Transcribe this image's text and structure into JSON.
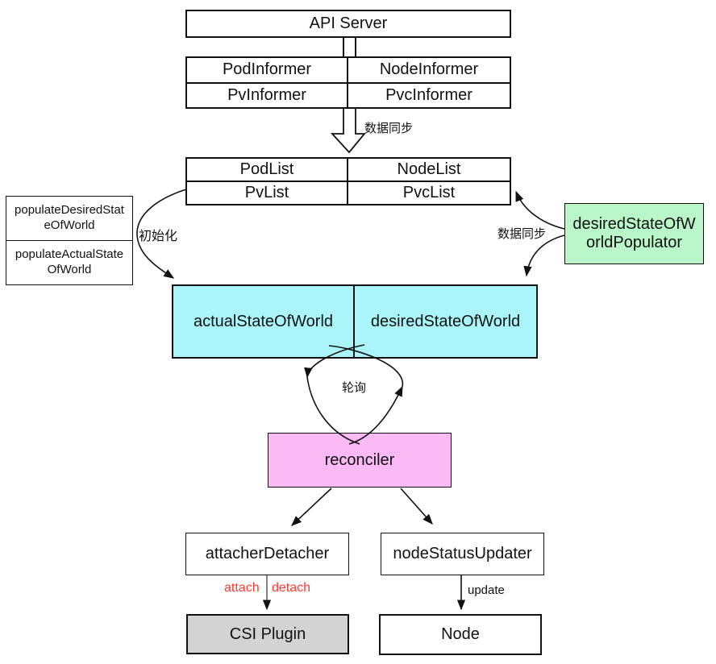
{
  "diagram": {
    "api_server": "API Server",
    "informers": [
      "PodInformer",
      "NodeInformer",
      "PvInformer",
      "PvcInformer"
    ],
    "lists": [
      "PodList",
      "NodeList",
      "PvList",
      "PvcList"
    ],
    "populate_functions": [
      {
        "lines": [
          "populateDesiredStat",
          "eOfWorld"
        ]
      },
      {
        "lines": [
          "populateActualState",
          "OfWorld"
        ]
      }
    ],
    "populator": {
      "lines": [
        "desiredStateOfW",
        "orldPopulator"
      ]
    },
    "states": [
      "actualStateOfWorld",
      "desiredStateOfWorld"
    ],
    "reconciler": "reconciler",
    "attacher_detacher": "attacherDetacher",
    "node_status_updater": "nodeStatusUpdater",
    "csi_plugin": "CSI Plugin",
    "node": "Node",
    "edge_labels": {
      "data_sync_top": "数据同步",
      "init": "初始化",
      "data_sync_right": "数据同步",
      "poll": "轮询",
      "attach": "attach",
      "detach": "detach",
      "update": "update"
    },
    "colors": {
      "populator_green": "#b9f6c8",
      "state_cyan": "#aaf5fa",
      "reconciler_pink": "#fbb9f6",
      "plugin_gray": "#d3d3d3",
      "attach_red": "#ff3b2f"
    }
  }
}
